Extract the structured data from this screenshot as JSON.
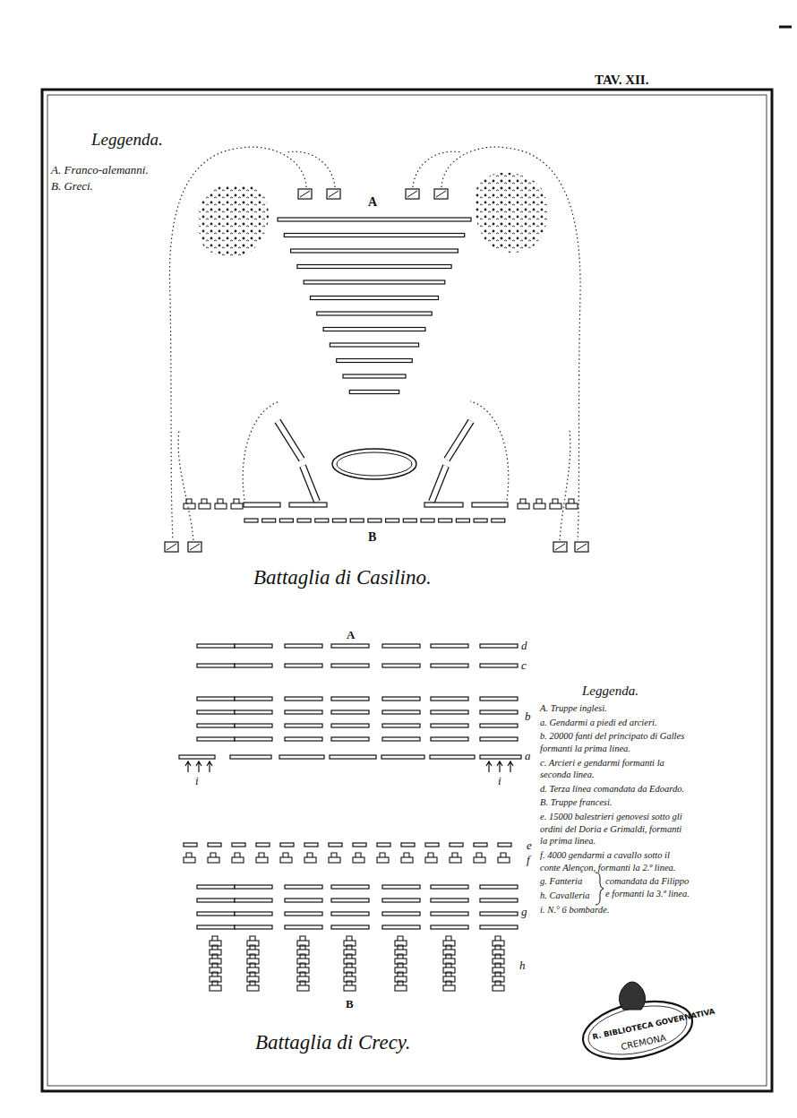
{
  "diagram": {
    "labels": [
      "TAV. XII.",
      "Leggenda.",
      "A. Franco-alemanni.",
      "B. Greci.",
      "A",
      "B",
      "Battaglia di Casilino.",
      "A",
      "d",
      "c",
      "b",
      "a",
      "i",
      "i",
      "e",
      "f",
      "g",
      "h",
      "B",
      "Battaglia di Crecy.",
      "Leggenda.",
      "A. Truppe inglesi.",
      "a. Gendarmi a piedi ed arcieri.",
      "b. 20000 fanti del principato di Galles formanti la prima linea.",
      "c. Arcieri e gendarmi formanti la seconda linea.",
      "d. Terza linea comandata da Edoardo.",
      "B. Truppe francesi.",
      "e. 15000 balestrieri genovesi sotto gli ordini del Doria e Grimaldi, formanti la prima linea.",
      "f. 4000 gendarmi a cavallo sotto il conte Alençon, formanti la 2.ª linea.",
      "g. Fanteria",
      "h. Cavalleria",
      "comandata da Filippo e formanti la 3.ª linea.",
      "i. N.° 6 bombarde.",
      "R. BIBLIOTECA GOVERNATIVA",
      "CREMONA"
    ]
  }
}
